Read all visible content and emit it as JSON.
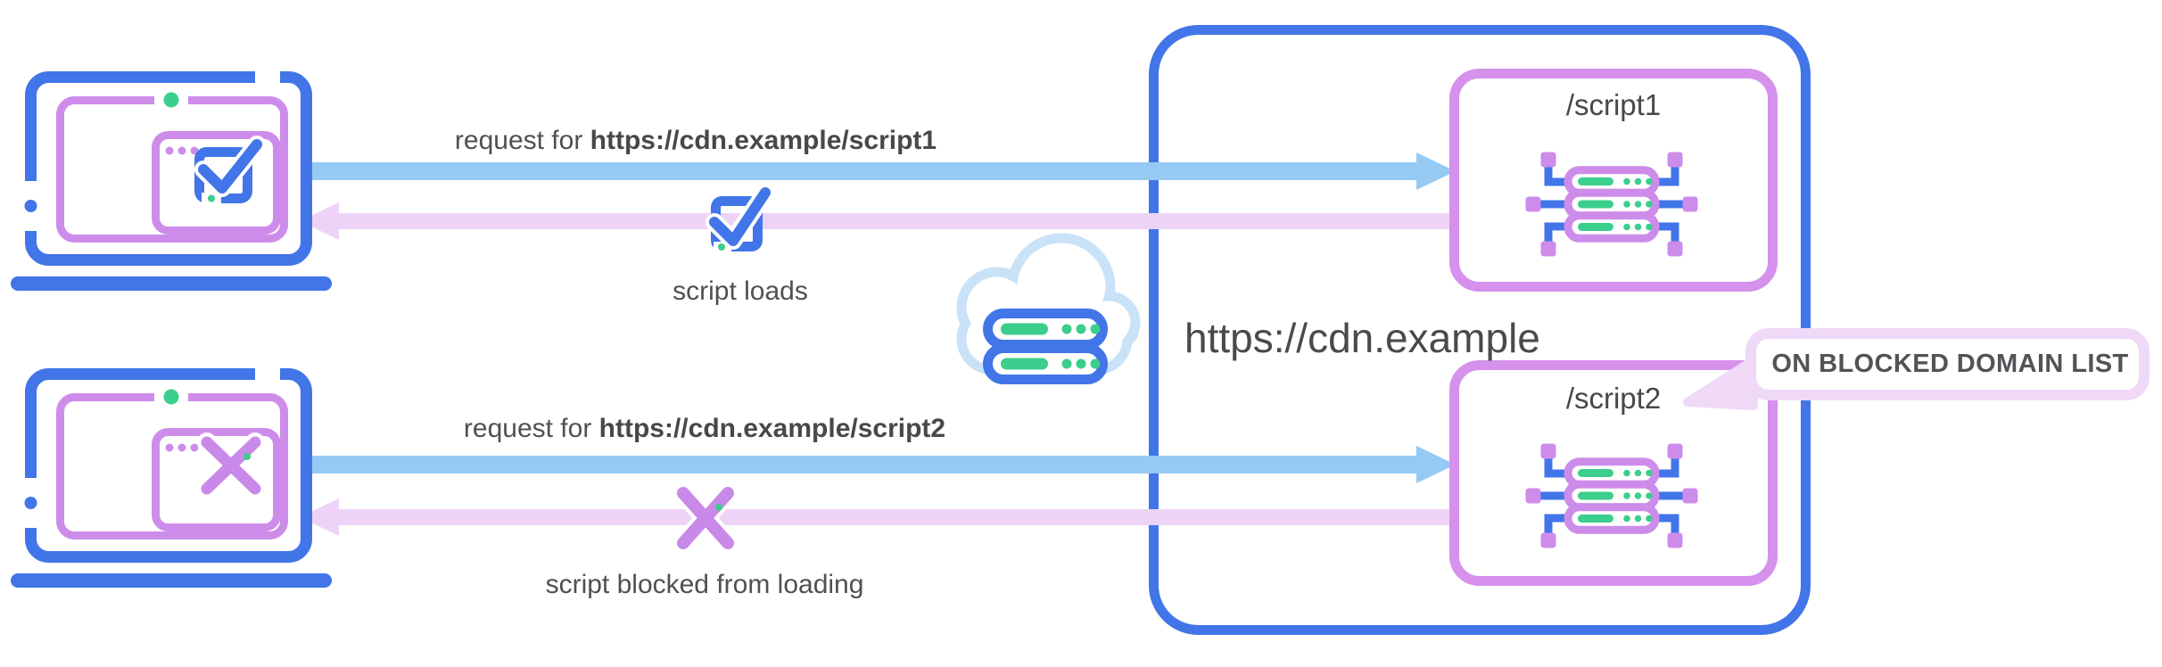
{
  "labels": {
    "request1_prefix": "request for ",
    "request1_url": "https://cdn.example/script1",
    "script_loads": "script loads",
    "request2_prefix": "request for ",
    "request2_url": "https://cdn.example/script2",
    "script_blocked": "script blocked from loading",
    "cdn_host": "https://cdn.example",
    "script1": "/script1",
    "script2": "/script2",
    "blocked_banner": "ON BLOCKED DOMAIN LIST"
  },
  "colors": {
    "brand_blue": "#4175E8",
    "request_arrow_blue": "#95CAF4",
    "response_arrow_lavender": "#EDD4F6",
    "purple": "#CE8CEA",
    "bubble_border_lavender": "#EFD9F7",
    "green": "#3BCE8C",
    "cloud_light_blue": "#C9E2F8",
    "text_gray": "#4B4B4E"
  },
  "icons": {
    "laptop_allowed": "laptop-with-check-browser-icon",
    "laptop_blocked": "laptop-with-x-browser-icon",
    "cloud": "cdn-cloud-server-icon",
    "server_cluster": "server-cluster-icon",
    "check": "checkmark-box-icon",
    "blocked": "crossed-out-x-icon",
    "callout": "speech-bubble"
  }
}
